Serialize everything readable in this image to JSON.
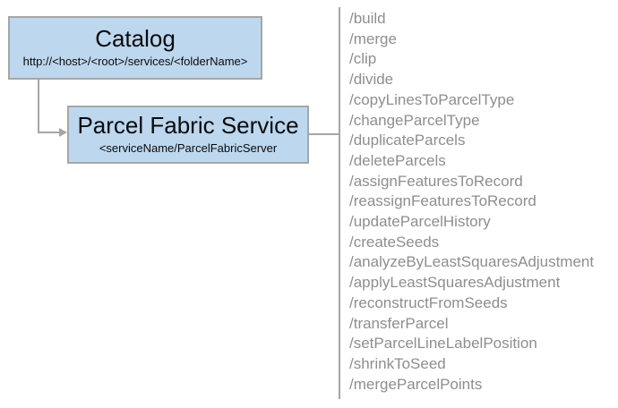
{
  "diagram": {
    "catalog_box": {
      "title": "Catalog",
      "subtitle": "http://<host>/<root>/services/<folderName>"
    },
    "service_box": {
      "title": "Parcel Fabric Service",
      "subtitle": "<serviceName/ParcelFabricServer"
    },
    "endpoints": [
      "/build",
      "/merge",
      "/clip",
      "/divide",
      "/copyLinesToParcelType",
      "/changeParcelType",
      "/duplicateParcels",
      "/deleteParcels",
      "/assignFeaturesToRecord",
      "/reassignFeaturesToRecord",
      "/updateParcelHistory",
      "/createSeeds",
      "/analyzeByLeastSquaresAdjustment",
      "/applyLeastSquaresAdjustment",
      "/reconstructFromSeeds",
      "/transferParcel",
      "/setParcelLineLabelPosition",
      "/shrinkToSeed",
      "/mergeParcelPoints"
    ],
    "colors": {
      "box_fill": "#bdd7ee",
      "box_border": "#a6a6a6",
      "connector": "#a6a6a6",
      "endpoint_text": "#8e8e8e",
      "title_text": "#0b0b0b"
    }
  }
}
